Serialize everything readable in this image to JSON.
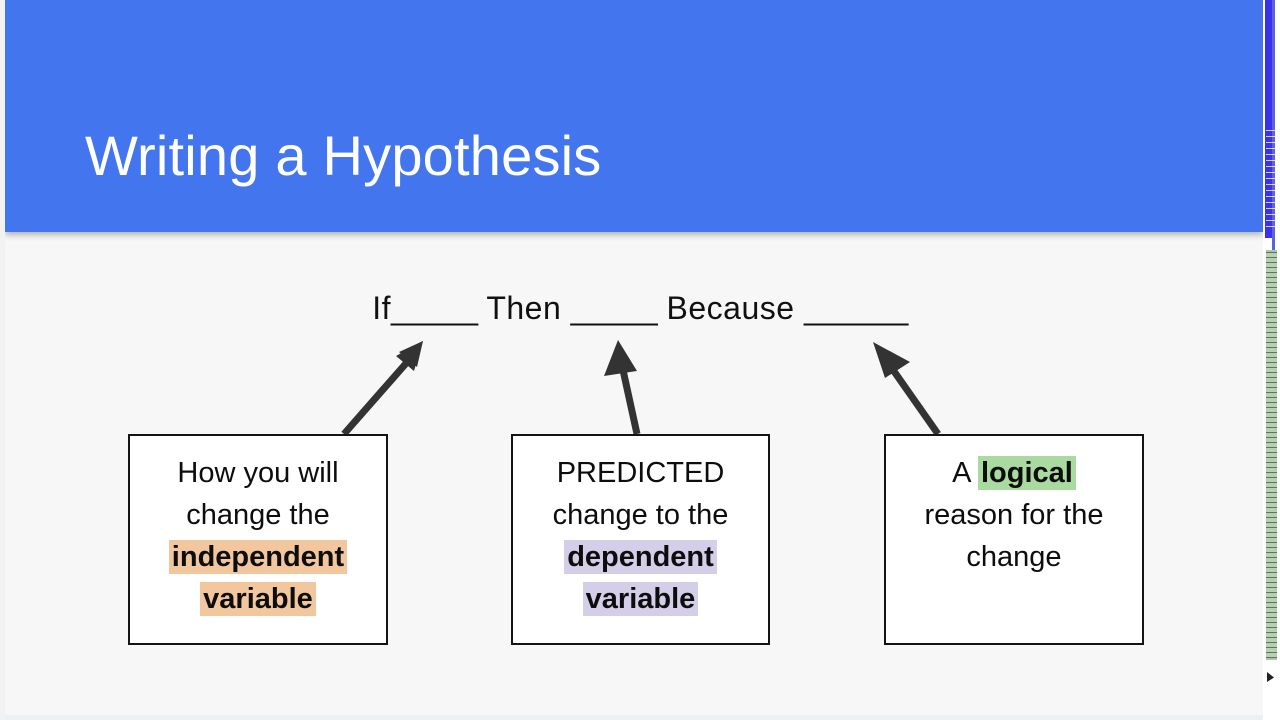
{
  "slide": {
    "title": "Writing a Hypothesis",
    "banner_color": "#4275ee",
    "background_color": "#f7f7f7",
    "title_color": "#ffffff"
  },
  "frame_sentence": {
    "if_word": "If",
    "if_blank": "_____",
    "then_word": "Then",
    "then_blank": "_____",
    "because_word": "Because",
    "because_blank": "______",
    "full_text": "If_____ Then _____ Because ______"
  },
  "boxes": [
    {
      "id": "independent",
      "lines": [
        {
          "plain": "How you will"
        },
        {
          "plain": "change the"
        },
        {
          "highlight": "independent"
        },
        {
          "highlight": "variable"
        }
      ],
      "full_text": "How you will change the independent variable",
      "highlight_term": "independent variable",
      "highlight_color": "#f2c79e",
      "points_to": "If"
    },
    {
      "id": "dependent",
      "lines": [
        {
          "plain": "PREDICTED"
        },
        {
          "plain": "change to the"
        },
        {
          "highlight": "dependent"
        },
        {
          "highlight": "variable"
        }
      ],
      "full_text": "PREDICTED change to the dependent variable",
      "highlight_term": "dependent variable",
      "highlight_color": "#d4cee8",
      "points_to": "Then"
    },
    {
      "id": "reason",
      "lines": [
        {
          "prefix": "A ",
          "highlight": "logical"
        },
        {
          "plain": "reason for the"
        },
        {
          "plain": "change"
        }
      ],
      "full_text": "A logical reason for the change",
      "highlight_term": "logical",
      "highlight_color": "#a9dba0",
      "points_to": "Because"
    }
  ],
  "arrows": [
    {
      "name": "arrow-independent-to-if",
      "direction": "up-right",
      "color": "#333333"
    },
    {
      "name": "arrow-dependent-to-then",
      "direction": "up",
      "color": "#333333"
    },
    {
      "name": "arrow-reason-to-because",
      "direction": "up-left",
      "color": "#333333"
    }
  ]
}
